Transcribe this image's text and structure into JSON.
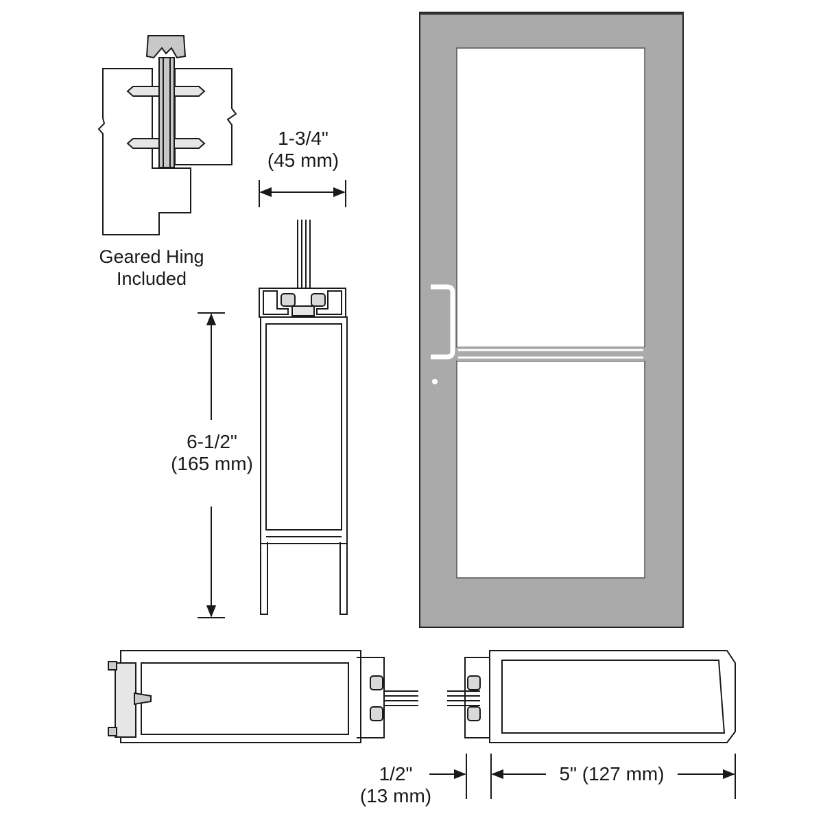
{
  "hinge_caption": {
    "line1": "Geared Hing",
    "line2": "Included"
  },
  "dim_stile_depth": {
    "imperial": "1-3/4\"",
    "metric": "(45 mm)"
  },
  "dim_rail_height": {
    "imperial": "6-1/2\"",
    "metric": "(165 mm)"
  },
  "dim_glass_offset": {
    "imperial": "1/2\"",
    "metric": "(13 mm)"
  },
  "dim_stile_width": {
    "text": "5\" (127 mm)"
  },
  "colors": {
    "door_finish": "#aaaaaa",
    "line": "#1a1a1a",
    "hinge_fill": "#c8c8c8"
  }
}
